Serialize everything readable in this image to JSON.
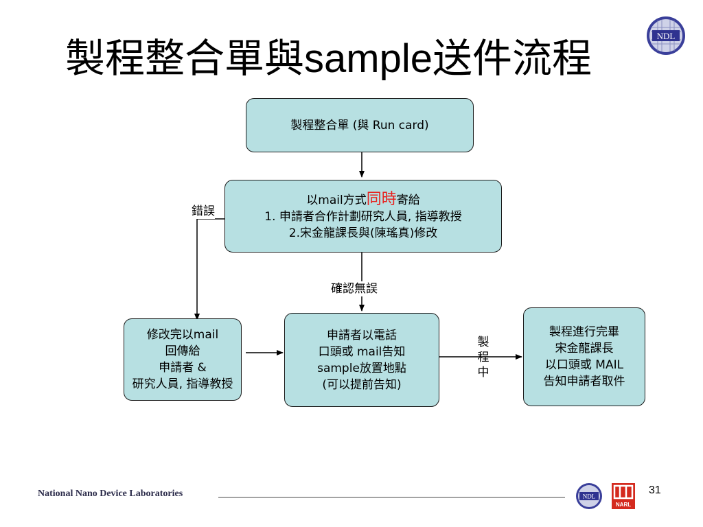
{
  "slide": {
    "title_cjk_1": "製程整合單與",
    "title_latin": "sample",
    "title_cjk_2": "送件流程",
    "page_number": "31",
    "footer_text": "National Nano Device Laboratories"
  },
  "logos": {
    "ndl": "NDL",
    "narl": "NARL"
  },
  "boxes": {
    "process_sheet": {
      "line1": "製程整合單  (與 Run card)"
    },
    "send_mail": {
      "line1_a": "以mail方式",
      "line1_red": "同時",
      "line1_b": "寄給",
      "line2": "1. 申請者合作計劃研究人員, 指導教授",
      "line3": "2.宋金龍課長與(陳瑤真)修改"
    },
    "revise": {
      "line1": "修改完以mail",
      "line2": "回傳給",
      "line3": "申請者 &",
      "line4": "研究人員, 指導教授"
    },
    "notify": {
      "line1": "申請者以電話",
      "line2": "口頭或 mail告知",
      "line3": "sample放置地點",
      "line4": "(可以提前告知)"
    },
    "done": {
      "line1": "製程進行完畢",
      "line2": "宋金龍課長",
      "line3": "以口頭或 MAIL",
      "line4": "告知申請者取件"
    }
  },
  "labels": {
    "error": "錯誤",
    "confirm": "確認無誤",
    "in_process": [
      "製",
      "程",
      "中"
    ]
  },
  "colors": {
    "box_fill": "#b7e0e2",
    "highlight_red": "#e8211e"
  }
}
